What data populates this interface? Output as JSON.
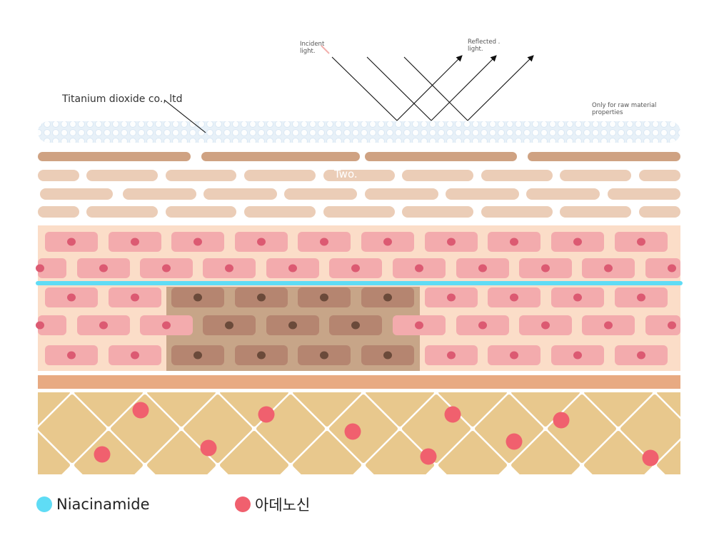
{
  "labels": {
    "incident": "Incident light.",
    "reflected": "Reflected . light.",
    "titanium": "Titanium dioxide co., ltd",
    "raw": "Only for raw material properties",
    "two": "Two."
  },
  "legend": [
    {
      "label": "Niacinamide",
      "color": "#5fdcf5"
    },
    {
      "label": "아데노신",
      "color": "#f0606e"
    }
  ],
  "colors": {
    "coating": "#e8f1f8",
    "stratum_top": "#cfa282",
    "stratum": "#ebcdb7",
    "epidermis_bg": "#fbddc8",
    "cell": "#f3abad",
    "nucleus": "#dc5a72",
    "melanin_bg": "#c7a588",
    "melanin_cell": "#b58570",
    "melanin_nucleus": "#6b4a3a",
    "basement": "#e8aa82",
    "dermis": "#e8c88d",
    "niacinamide_line": "#5fdcf5"
  },
  "icons": [
    "light-ray-arrow",
    "cell-nucleus",
    "ingredient-dot"
  ]
}
